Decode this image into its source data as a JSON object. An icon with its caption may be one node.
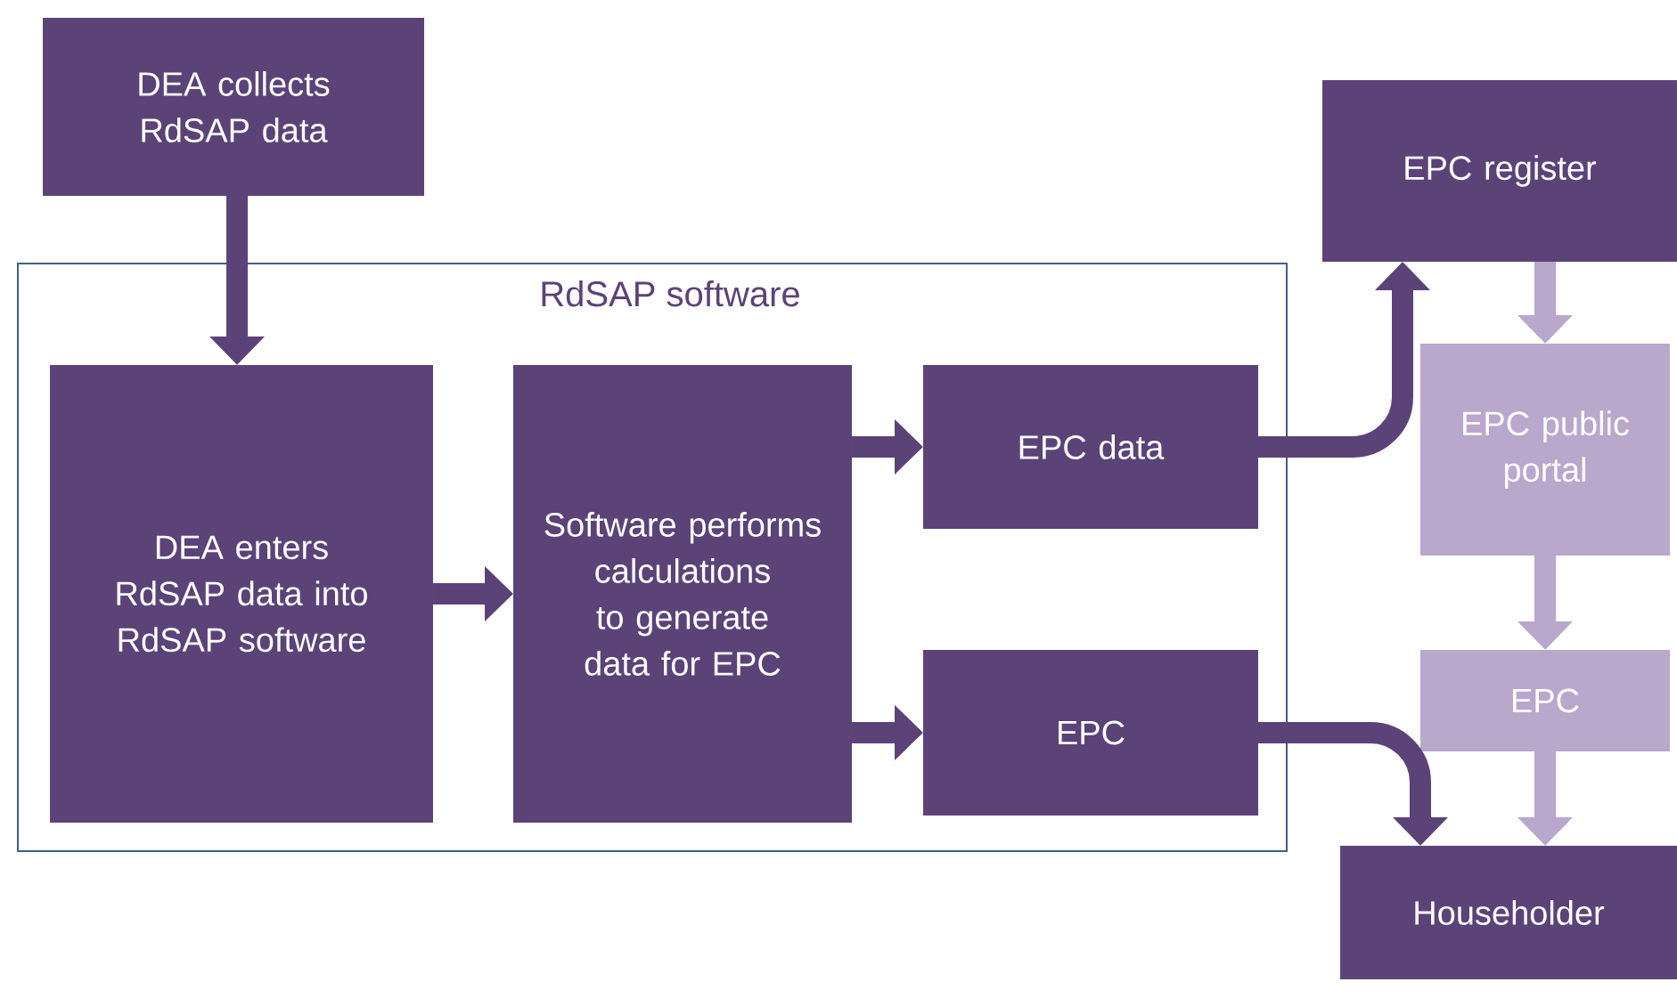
{
  "diagram": {
    "nodes": [
      {
        "text": [
          "DEA collects RdSAP data"
        ]
      },
      {
        "text": [
          "RdSAP software"
        ]
      },
      {
        "text": [
          "DEA enters RdSAP data into RdSAP software"
        ],
        "in": 1
      },
      {
        "text": [
          "Software performs calculations to generate data for EPC"
        ],
        "in": 1
      },
      {
        "text": [
          "EPC data"
        ],
        "in": 1
      },
      {
        "text": [
          "EPC"
        ],
        "in": 1
      },
      {
        "text": [
          "EPC register"
        ]
      },
      {
        "text": [
          "EPC public portal"
        ]
      },
      {
        "text": [
          "EPC"
        ]
      },
      {
        "text": [
          "Householder"
        ]
      }
    ],
    "edges": [
      {
        "from": 0,
        "to": 2,
        "arrow": "to"
      },
      {
        "from": 2,
        "to": 3,
        "arrow": "to"
      },
      {
        "from": 3,
        "to": 4,
        "arrow": "to"
      },
      {
        "from": 3,
        "to": 5,
        "arrow": "to"
      },
      {
        "from": 4,
        "to": 6,
        "arrow": "to"
      },
      {
        "from": 5,
        "to": 9,
        "arrow": "to"
      },
      {
        "from": 6,
        "to": 7,
        "arrow": "to",
        "color": "#b9a7cc"
      },
      {
        "from": 7,
        "to": 8,
        "arrow": "to",
        "color": "#b9a7cc"
      },
      {
        "from": 8,
        "to": 9,
        "arrow": "to",
        "color": "#b9a7cc"
      }
    ]
  }
}
